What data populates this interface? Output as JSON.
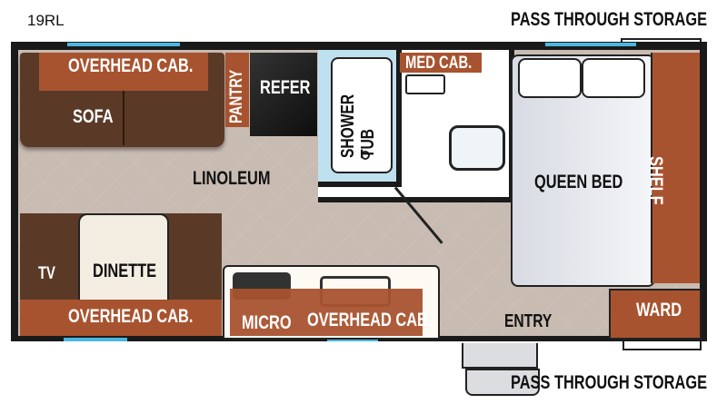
{
  "model": "19RL",
  "labels": {
    "pass_through_top": "PASS THROUGH STORAGE",
    "pass_through_bottom": "PASS THROUGH STORAGE",
    "overhead_cab_top": "OVERHEAD CAB.",
    "sofa": "SOFA",
    "pantry": "PANTRY",
    "refer": "REFER",
    "shower_tub": "SHOWER TUB",
    "med_cab": "MED CAB.",
    "linoleum": "LINOLEUM",
    "queen_bed": "QUEEN BED",
    "shelf": "SHELF",
    "tv": "TV",
    "dinette": "DINETTE",
    "overhead_cab_bottom": "OVERHEAD CAB.",
    "micro": "MICRO",
    "overhead_cab_kitchen": "OVERHEAD CAB.",
    "entry": "ENTRY",
    "ward": "WARD"
  },
  "colors": {
    "cabinet": "#a8532f",
    "wall": "#1a1a1a",
    "floor": "#c8bbb2",
    "window": "#4ab8e0"
  }
}
